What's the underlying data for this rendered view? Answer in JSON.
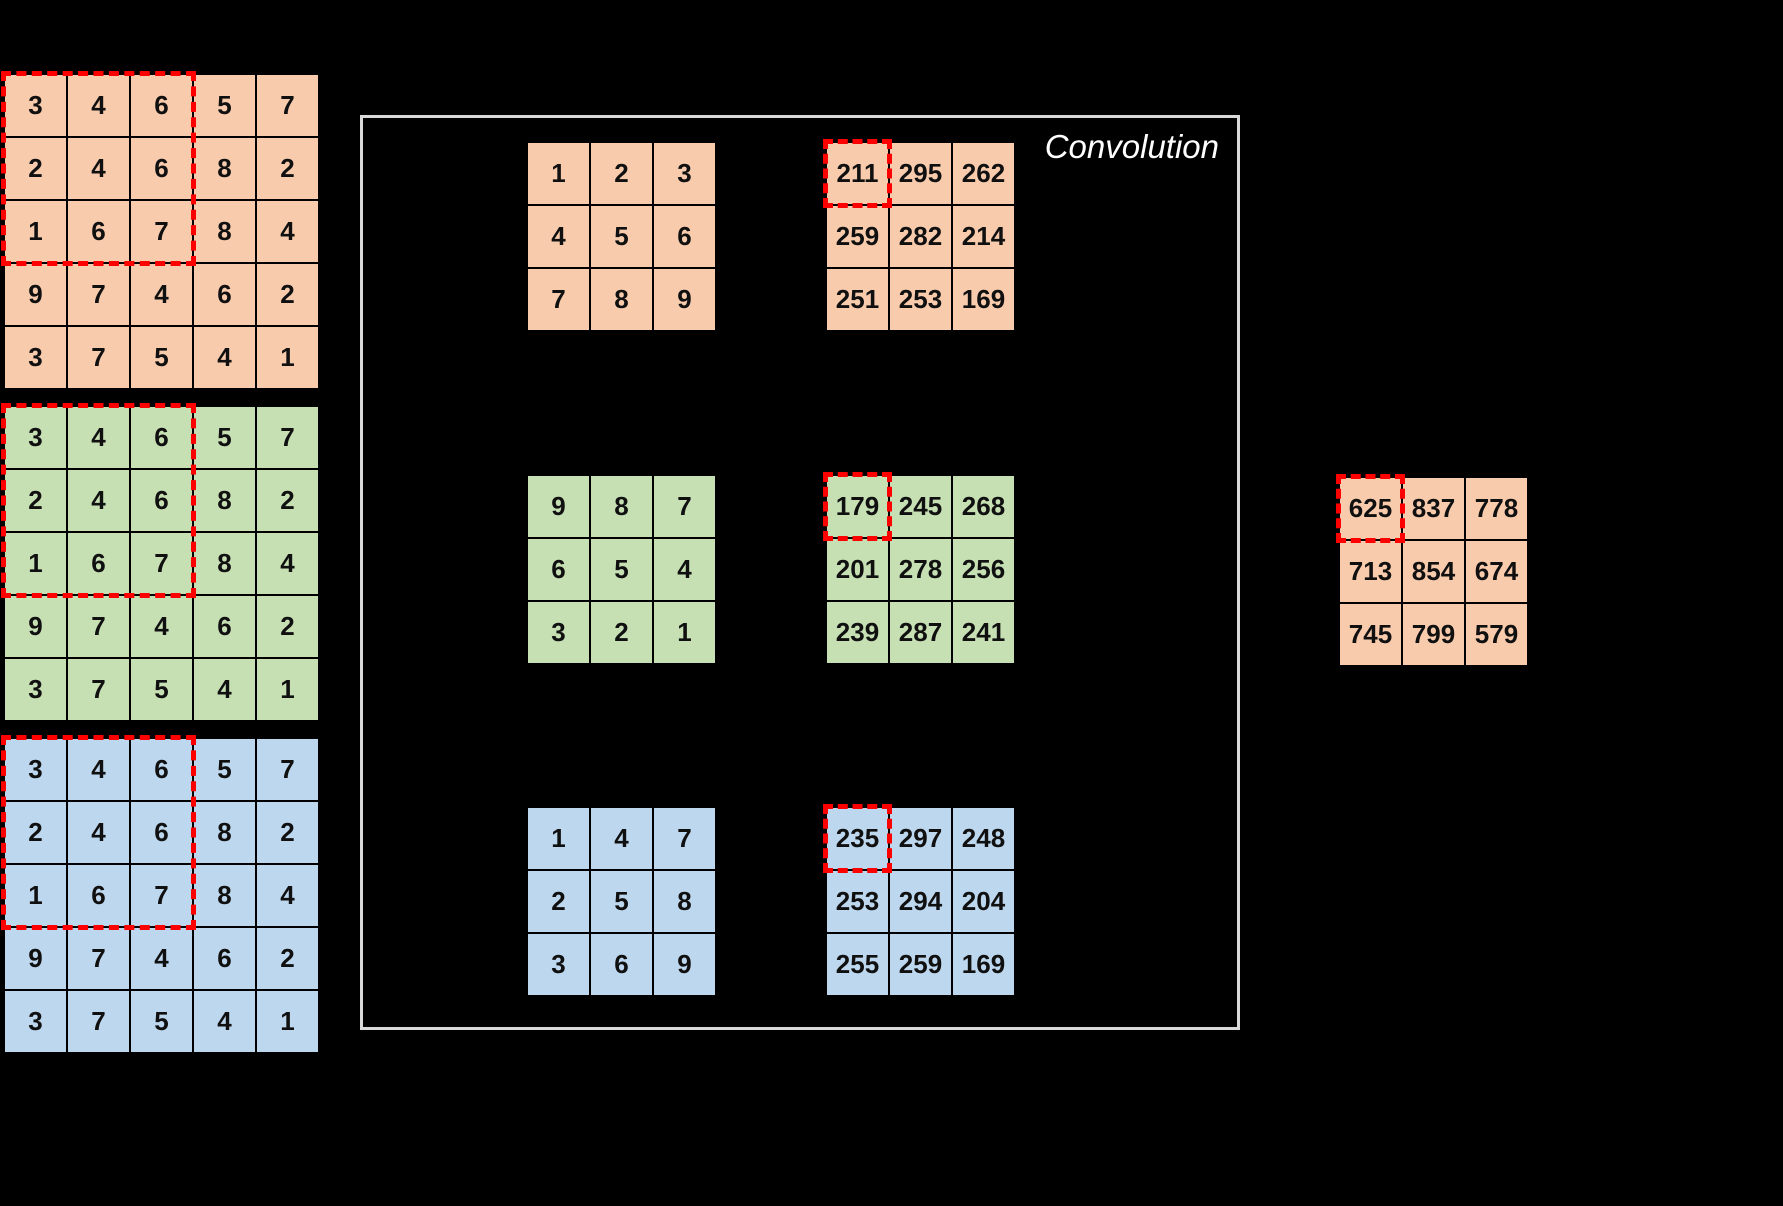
{
  "title": "Convolution",
  "colors": {
    "orange": "#F8CBAD",
    "green": "#C6E0B4",
    "blue": "#BDD7EE",
    "highlight_red": "#FF0000",
    "background": "#000000",
    "box_border": "#D9D9D9",
    "label_text": "#FFFFFF"
  },
  "inputs": [
    {
      "color": "orange",
      "rows": [
        [
          3,
          4,
          6,
          5,
          7
        ],
        [
          2,
          4,
          6,
          8,
          2
        ],
        [
          1,
          6,
          7,
          8,
          4
        ],
        [
          9,
          7,
          4,
          6,
          2
        ],
        [
          3,
          7,
          5,
          4,
          1
        ]
      ]
    },
    {
      "color": "green",
      "rows": [
        [
          3,
          4,
          6,
          5,
          7
        ],
        [
          2,
          4,
          6,
          8,
          2
        ],
        [
          1,
          6,
          7,
          8,
          4
        ],
        [
          9,
          7,
          4,
          6,
          2
        ],
        [
          3,
          7,
          5,
          4,
          1
        ]
      ]
    },
    {
      "color": "blue",
      "rows": [
        [
          3,
          4,
          6,
          5,
          7
        ],
        [
          2,
          4,
          6,
          8,
          2
        ],
        [
          1,
          6,
          7,
          8,
          4
        ],
        [
          9,
          7,
          4,
          6,
          2
        ],
        [
          3,
          7,
          5,
          4,
          1
        ]
      ]
    }
  ],
  "kernels": [
    {
      "color": "orange",
      "rows": [
        [
          1,
          2,
          3
        ],
        [
          4,
          5,
          6
        ],
        [
          7,
          8,
          9
        ]
      ]
    },
    {
      "color": "green",
      "rows": [
        [
          9,
          8,
          7
        ],
        [
          6,
          5,
          4
        ],
        [
          3,
          2,
          1
        ]
      ]
    },
    {
      "color": "blue",
      "rows": [
        [
          1,
          4,
          7
        ],
        [
          2,
          5,
          8
        ],
        [
          3,
          6,
          9
        ]
      ]
    }
  ],
  "feature_maps": [
    {
      "color": "orange",
      "rows": [
        [
          211,
          295,
          262
        ],
        [
          259,
          282,
          214
        ],
        [
          251,
          253,
          169
        ]
      ]
    },
    {
      "color": "green",
      "rows": [
        [
          179,
          245,
          268
        ],
        [
          201,
          278,
          256
        ],
        [
          239,
          287,
          241
        ]
      ]
    },
    {
      "color": "blue",
      "rows": [
        [
          235,
          297,
          248
        ],
        [
          253,
          294,
          204
        ],
        [
          255,
          259,
          169
        ]
      ]
    }
  ],
  "output": {
    "color": "orange",
    "rows": [
      [
        625,
        837,
        778
      ],
      [
        713,
        854,
        674
      ],
      [
        745,
        799,
        579
      ]
    ]
  }
}
